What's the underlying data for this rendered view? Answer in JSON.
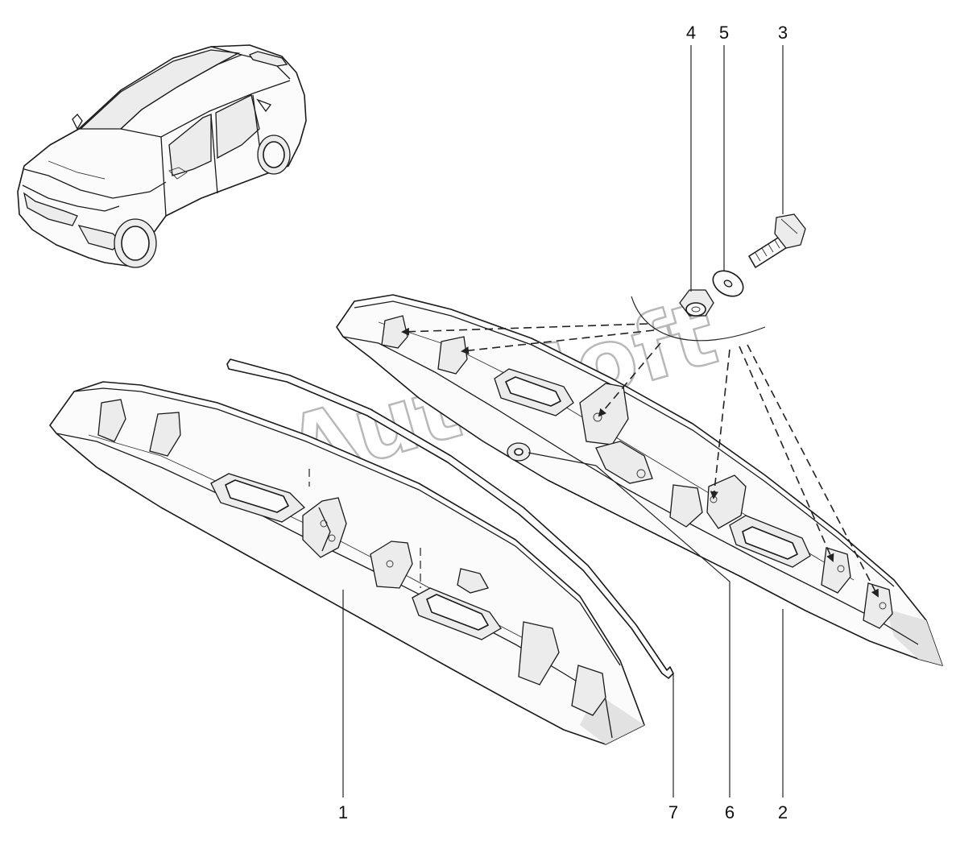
{
  "callouts": {
    "c1": "1",
    "c2": "2",
    "c3": "3",
    "c4": "4",
    "c5": "5",
    "c6": "6",
    "c7": "7"
  },
  "watermark": "AutoSoft",
  "icons": [
    "car-sedan-illustration",
    "nut-icon",
    "washer-icon",
    "bolt-icon"
  ],
  "colors": {
    "line": "#1a1a1a",
    "watermark": "#b8b8b8",
    "background": "#ffffff"
  }
}
